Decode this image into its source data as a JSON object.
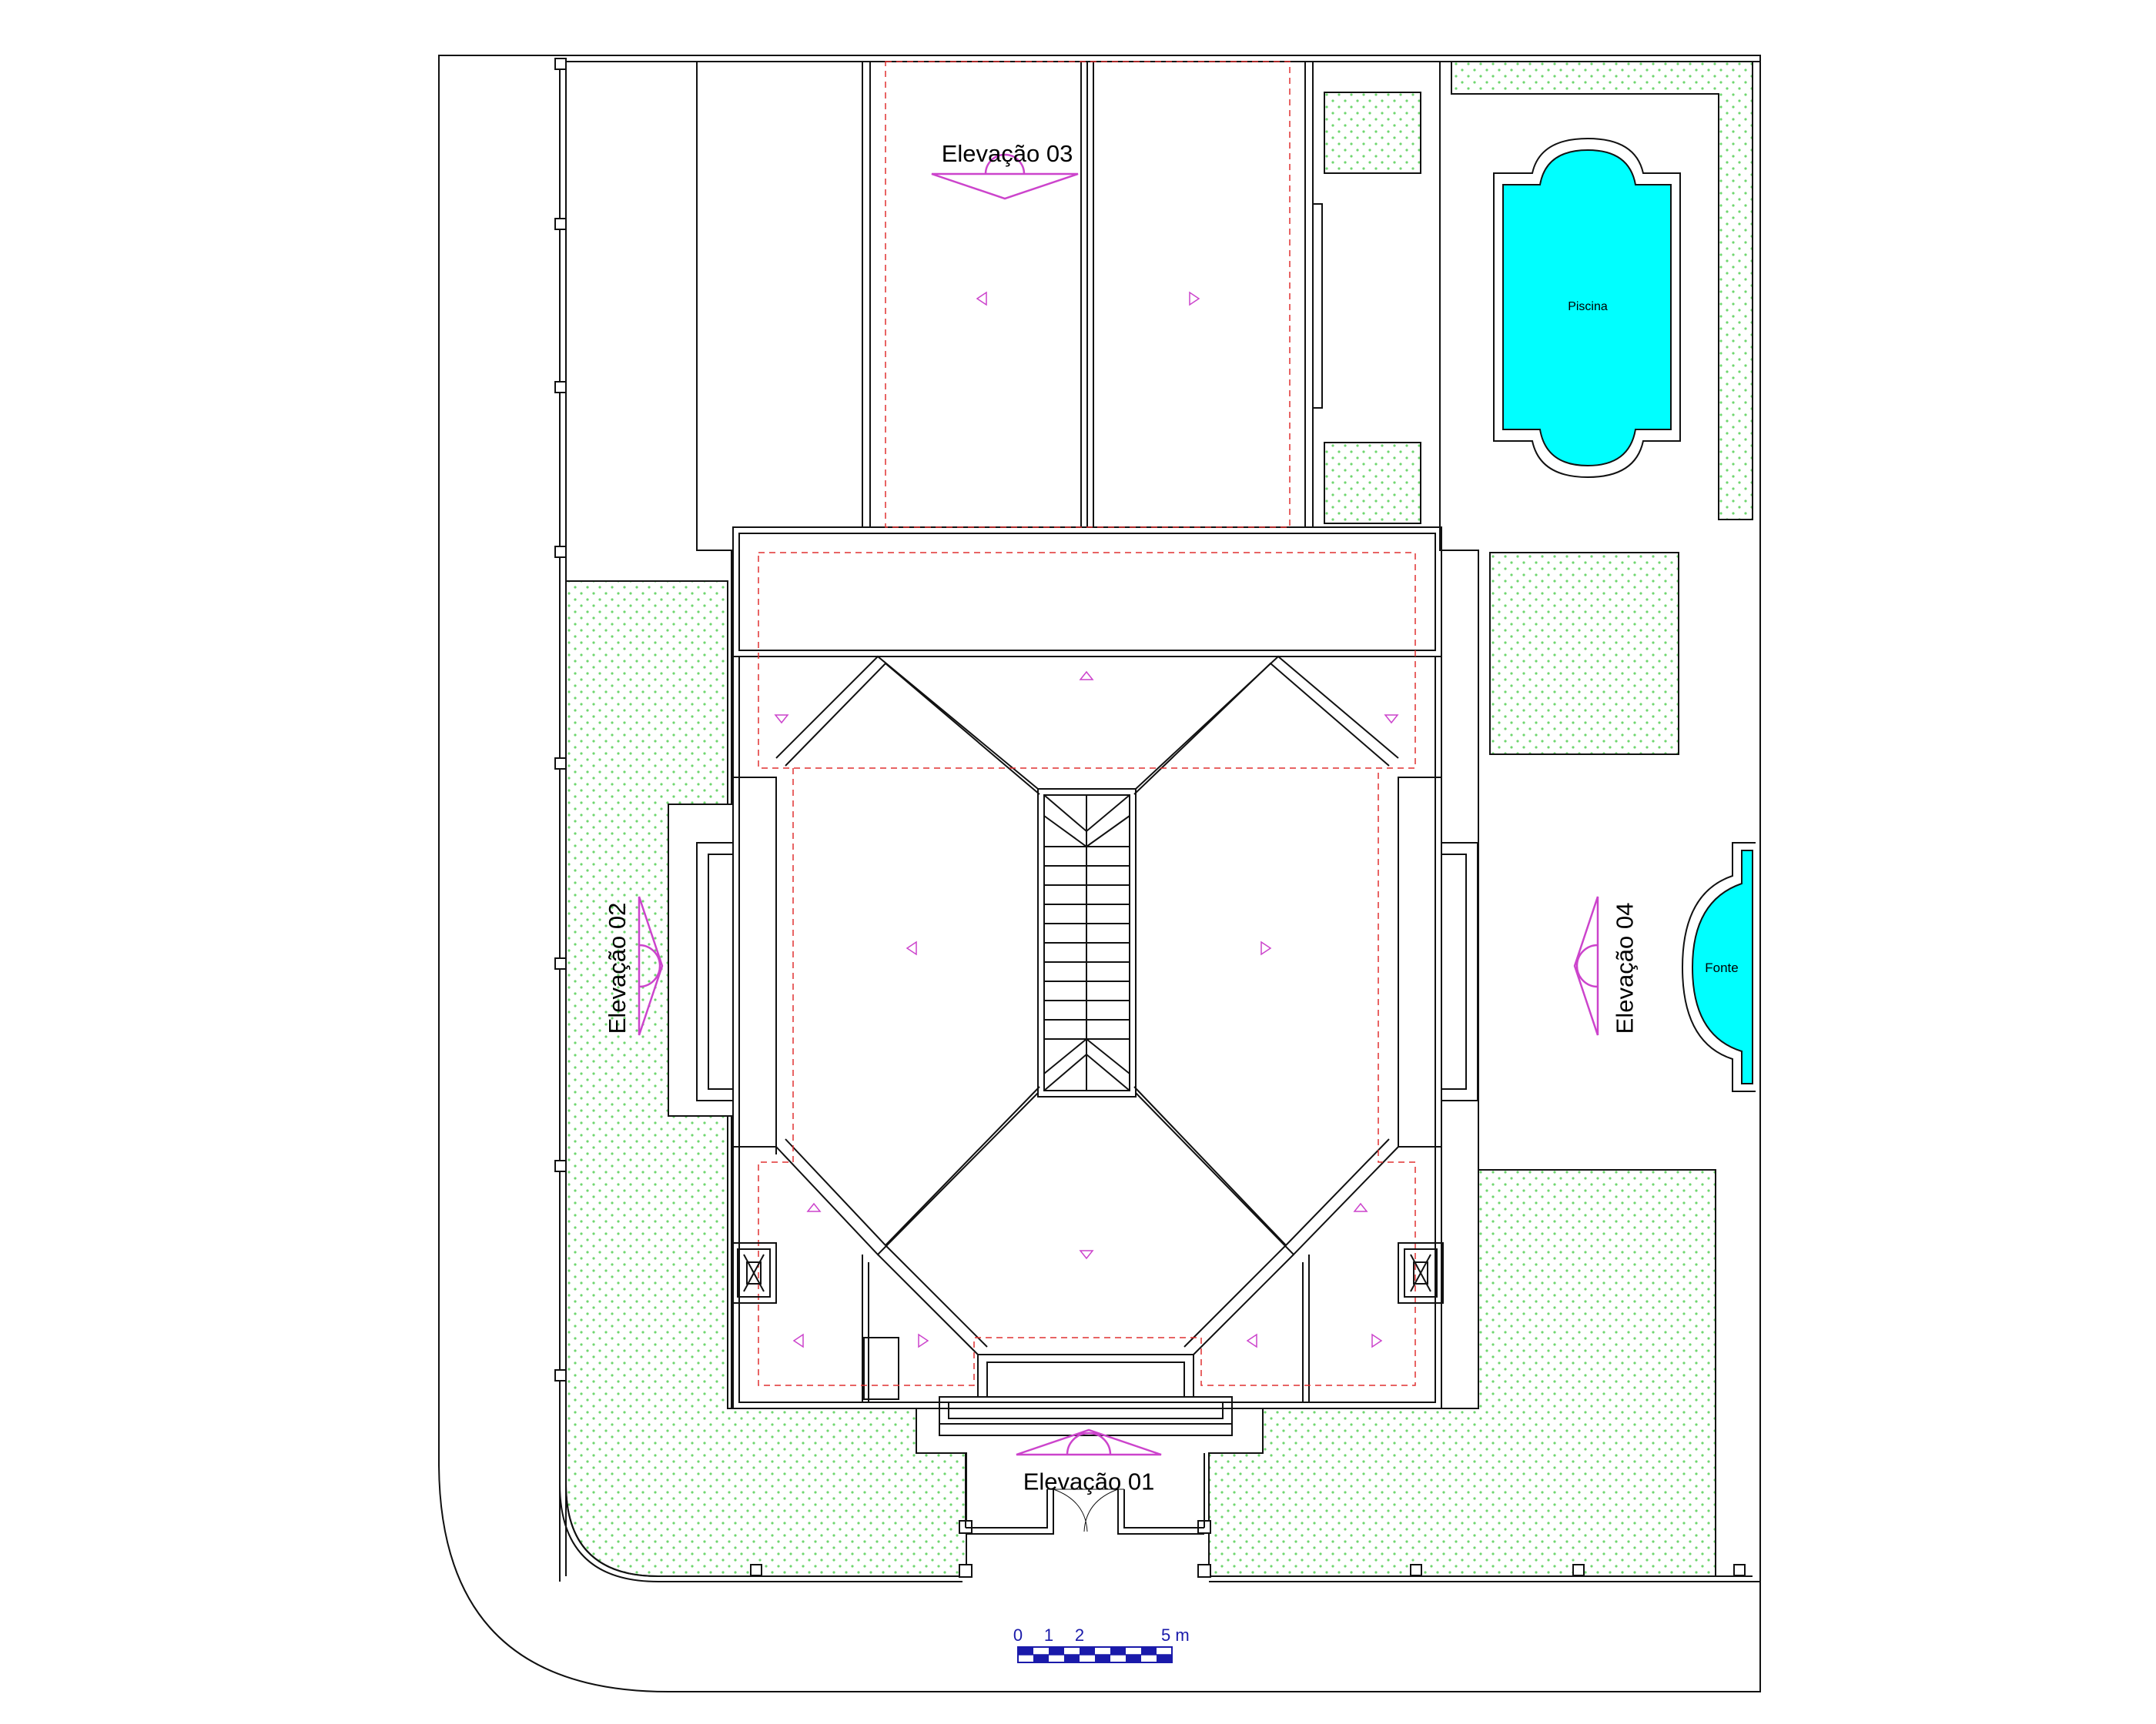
{
  "labels": {
    "elev01": "Elevação 01",
    "elev02": "Elevação 02",
    "elev03": "Elevação 03",
    "elev04": "Elevação 04",
    "pool": "Piscina",
    "fountain": "Fonte"
  },
  "scale_bar": {
    "ticks": [
      "0",
      "1",
      "2",
      "5 m"
    ]
  },
  "colors": {
    "line": "#111111",
    "garden_dots": "#6fd66f",
    "water": "#00ffff",
    "elevation_marker": "#cc44cc",
    "ridge_dash": "#e03030",
    "scale_bar": "#1a1aaa"
  },
  "icons": {
    "elevation_marker": "triangle-arrow-with-semicircle",
    "slope_arrow": "small-open-triangle",
    "stair": "stair-flight"
  }
}
